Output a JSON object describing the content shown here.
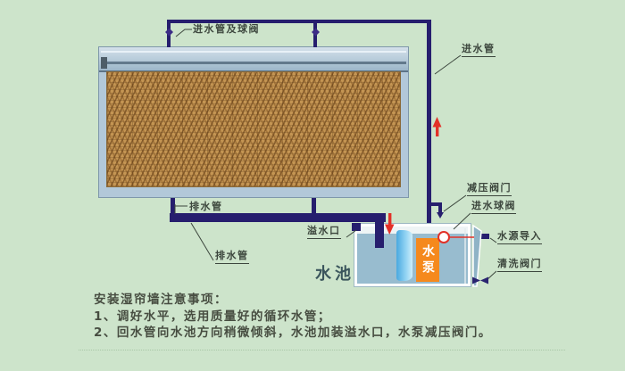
{
  "diagram": {
    "type": "evaporative-cooling-pad-installation-diagram",
    "labels": {
      "inlet_pipe_and_ball_valve": "进水管及球阀",
      "inlet_pipe": "进水管",
      "drain_pipe_top": "排水管",
      "drain_pipe_bottom": "排水管",
      "overflow_port": "溢水口",
      "pool": "水池",
      "pump": "水泵",
      "relief_valve": "减压阀门",
      "inlet_ball_valve": "进水球阀",
      "water_source_in": "水源导入",
      "cleaning_valve": "清洗阀门"
    },
    "notes": {
      "title": "安装湿帘墙注意事项：",
      "line1": "1、调好水平，选用质量好的循环水管；",
      "line2": "2、回水管向水池方向稍微倾斜，水池加装溢水口，水泵减压阀门。"
    },
    "colors": {
      "background": "#cde4cb",
      "pipe": "#261e6e",
      "pad": "#c49553",
      "frame": "#b2c8d9",
      "tank_water": "#98bccf",
      "pump": "#f5891d",
      "accent_red": "#e23128",
      "label_text": "#3c463d",
      "pool_text": "#3a555c"
    }
  }
}
